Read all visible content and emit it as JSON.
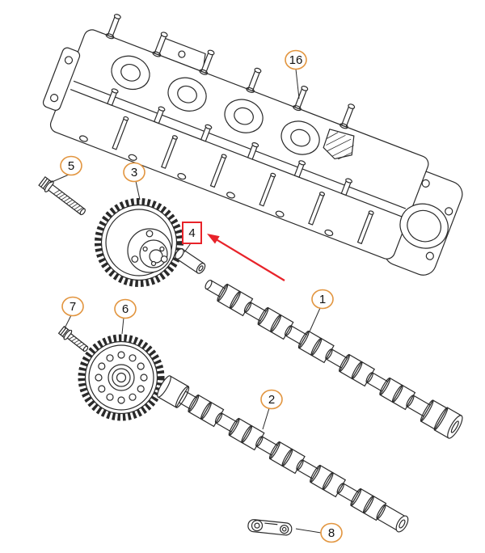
{
  "callouts": [
    {
      "id": "16",
      "label": "16",
      "highlighted": false
    },
    {
      "id": "5",
      "label": "5",
      "highlighted": false
    },
    {
      "id": "3",
      "label": "3",
      "highlighted": false
    },
    {
      "id": "4",
      "label": "4",
      "highlighted": true
    },
    {
      "id": "1",
      "label": "1",
      "highlighted": false
    },
    {
      "id": "7",
      "label": "7",
      "highlighted": false
    },
    {
      "id": "6",
      "label": "6",
      "highlighted": false
    },
    {
      "id": "2",
      "label": "2",
      "highlighted": false
    },
    {
      "id": "8",
      "label": "8",
      "highlighted": false
    }
  ],
  "colors": {
    "callout_ring": "#E2953F",
    "highlight_red": "#E8232A",
    "line_art": "#2A2A2A",
    "background": "#FFFFFF"
  }
}
